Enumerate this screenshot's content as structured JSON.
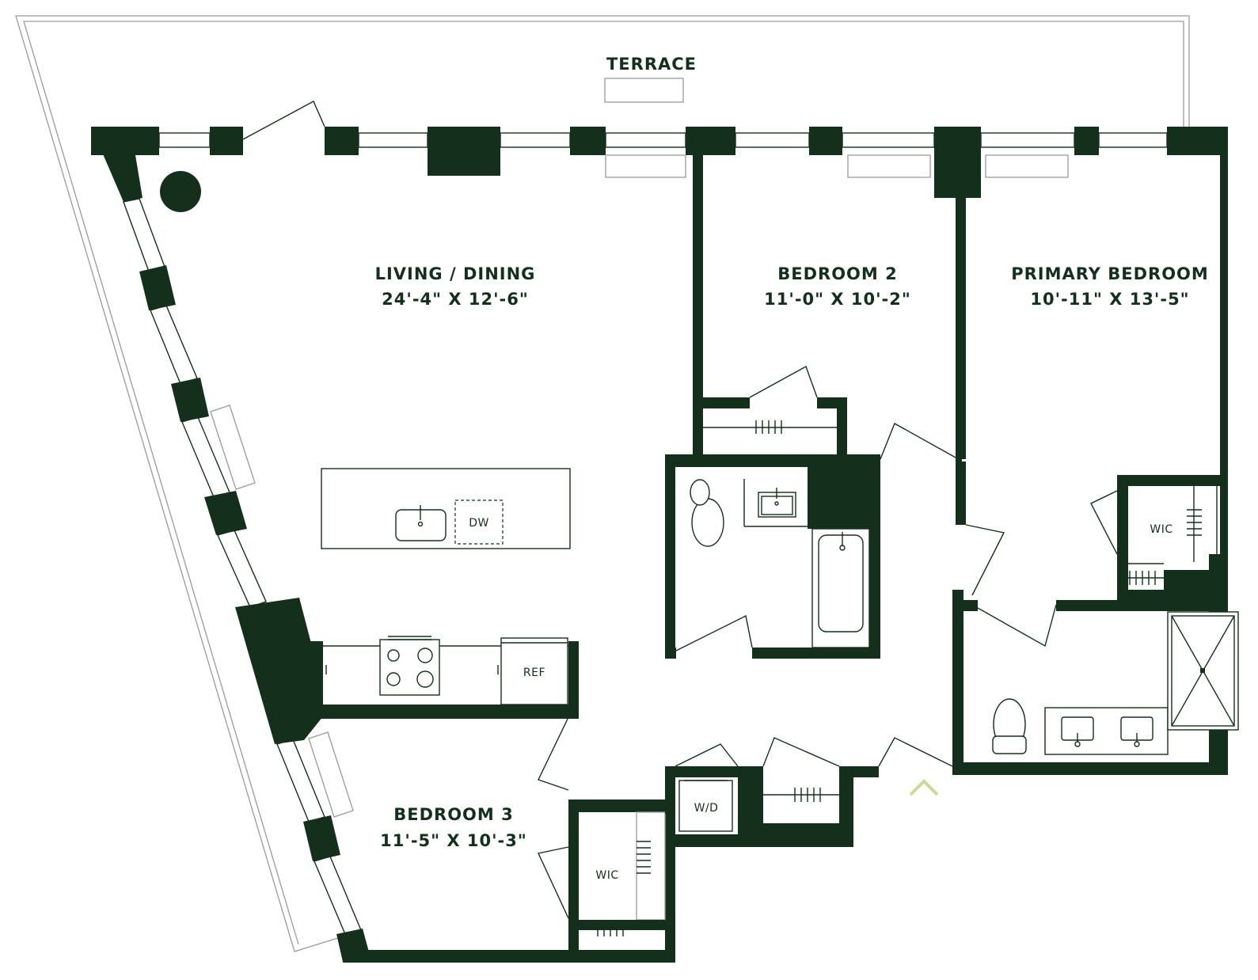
{
  "rooms": {
    "terrace": {
      "name": "TERRACE"
    },
    "living": {
      "name": "LIVING / DINING",
      "dims": "24'-4\" X 12'-6\""
    },
    "bedroom2": {
      "name": "BEDROOM 2",
      "dims": "11'-0\" X 10'-2\""
    },
    "primary": {
      "name": "PRIMARY BEDROOM",
      "dims": "10'-11\" X 13'-5\""
    },
    "bedroom3": {
      "name": "BEDROOM 3",
      "dims": "11'-5\" X 10'-3\""
    }
  },
  "fixtures": {
    "dishwasher": "DW",
    "refrigerator": "REF",
    "washer_dryer": "W/D",
    "wic_primary": "WIC",
    "wic_bedroom3": "WIC"
  },
  "colors": {
    "wall": "#14301c",
    "entry_marker": "#c9dc93",
    "outline": "#9a9a9a"
  }
}
